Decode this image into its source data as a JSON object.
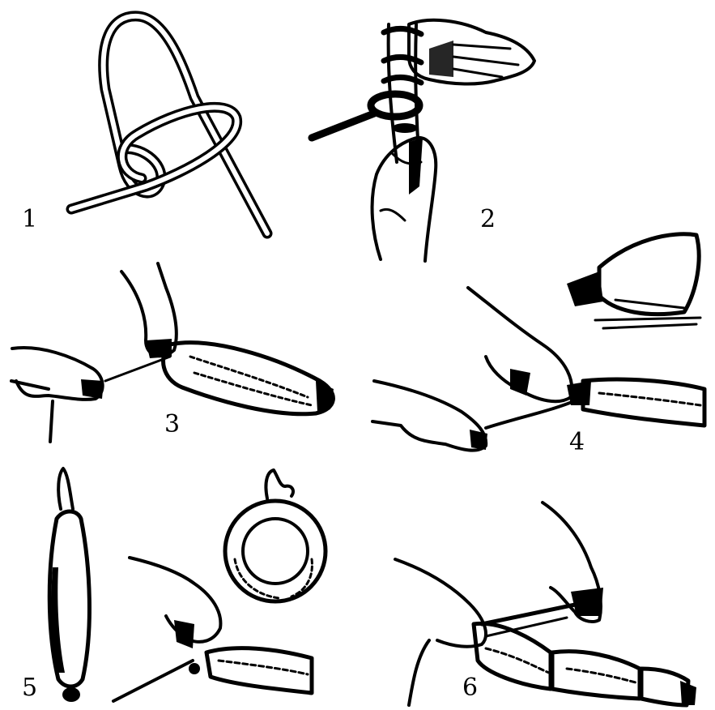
{
  "panels": [
    {
      "number": "1"
    },
    {
      "number": "2"
    },
    {
      "number": "3"
    },
    {
      "number": "4"
    },
    {
      "number": "5"
    },
    {
      "number": "6"
    }
  ]
}
